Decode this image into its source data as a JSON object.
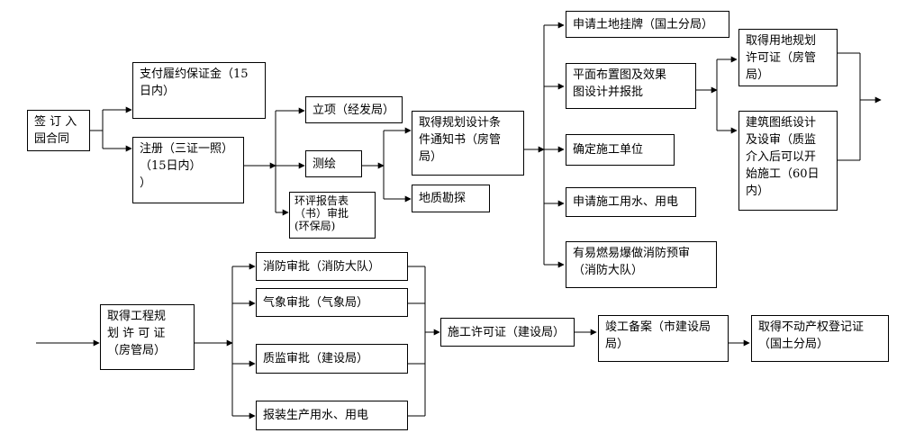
{
  "nodes": {
    "sign_contract": "签 订 入\n园合同",
    "pay_deposit": "支付履约保证金（15\n日内）",
    "register": "注册（三证一照）\n（15日内）\n）",
    "project_approval": "立项（经发局）",
    "survey": "测绘",
    "eia_approval": "环评报告表\n（书）审批\n(环保局)",
    "planning_conditions": "取得规划设计条\n件通知书（房管\n局）",
    "geological_survey": "地质勘探",
    "land_listing": "申请土地挂牌（国土分局）",
    "layout_plan": "平面布置图及效果\n图设计并报批",
    "contractor": "确定施工单位",
    "utilities_construction": "申请施工用水、用电",
    "fire_pre_review": "有易燃易爆做消防预审\n（消防大队）",
    "land_use_permit": "取得用地规划\n许可证（房管\n局）",
    "drawing_design": "建筑图纸设计\n及设审（质监\n介入后可以开\n始施工（60日\n内）",
    "engineering_permit": "取得工程规\n划 许 可 证\n（房管局）",
    "fire_approval": "消防审批（消防大队）",
    "weather_approval": "气象审批（气象局）",
    "quality_approval": "质监审批（建设局）",
    "utilities_production": "报装生产用水、用电",
    "construction_permit": "施工许可证（建设局）",
    "completion_filing": "竣工备案（市建设局\n局）",
    "property_certificate": "取得不动产权登记证\n（国土分局）"
  }
}
